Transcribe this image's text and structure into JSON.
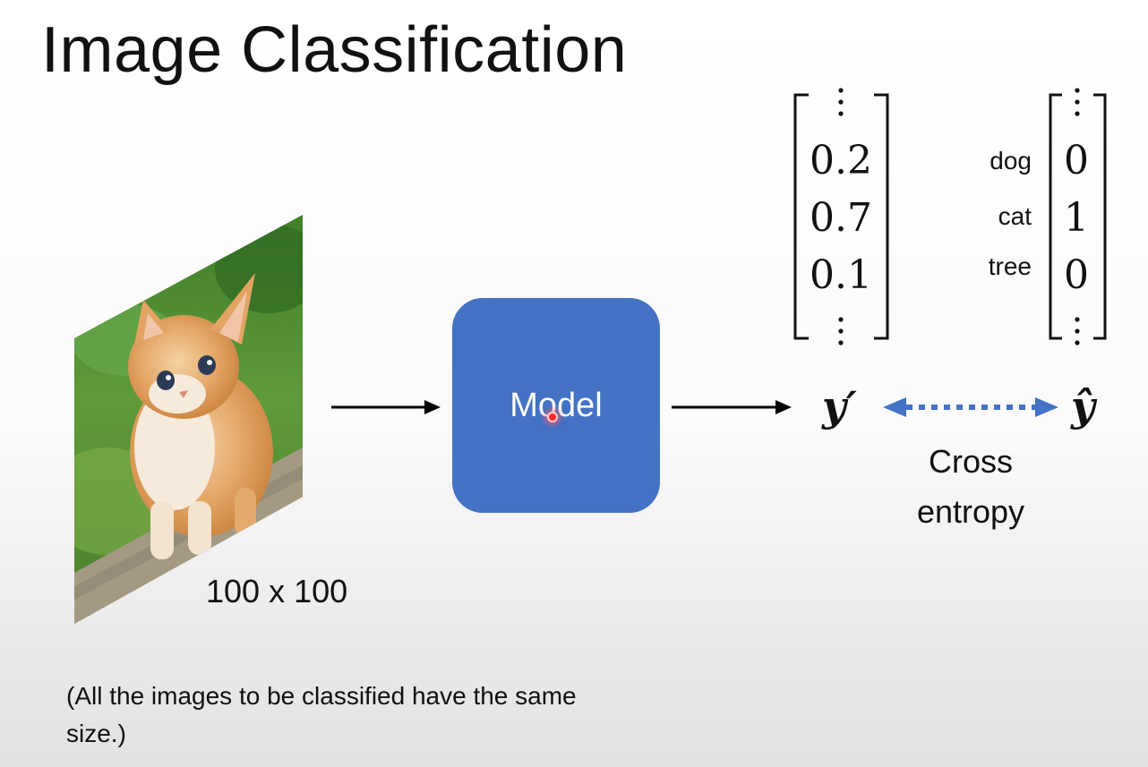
{
  "slide": {
    "title": "Image Classification",
    "image_size": "100 x 100",
    "note": "(All the images to be classified have the same size.)",
    "model_label": "Model",
    "loss_label": "Cross entropy"
  },
  "prediction_vector": {
    "symbol": "y′",
    "values": [
      "0.2",
      "0.7",
      "0.1"
    ]
  },
  "ground_truth_vector": {
    "symbol": "ŷ",
    "classes": [
      "dog",
      "cat",
      "tree"
    ],
    "values": [
      "0",
      "1",
      "0"
    ]
  },
  "colors": {
    "model_fill": "#4472c4",
    "dotted_arrow": "#4472c4",
    "text": "#111111"
  },
  "icons": {
    "input_image": "kitten-photo-icon",
    "cursor": "red-pointer-dot"
  }
}
